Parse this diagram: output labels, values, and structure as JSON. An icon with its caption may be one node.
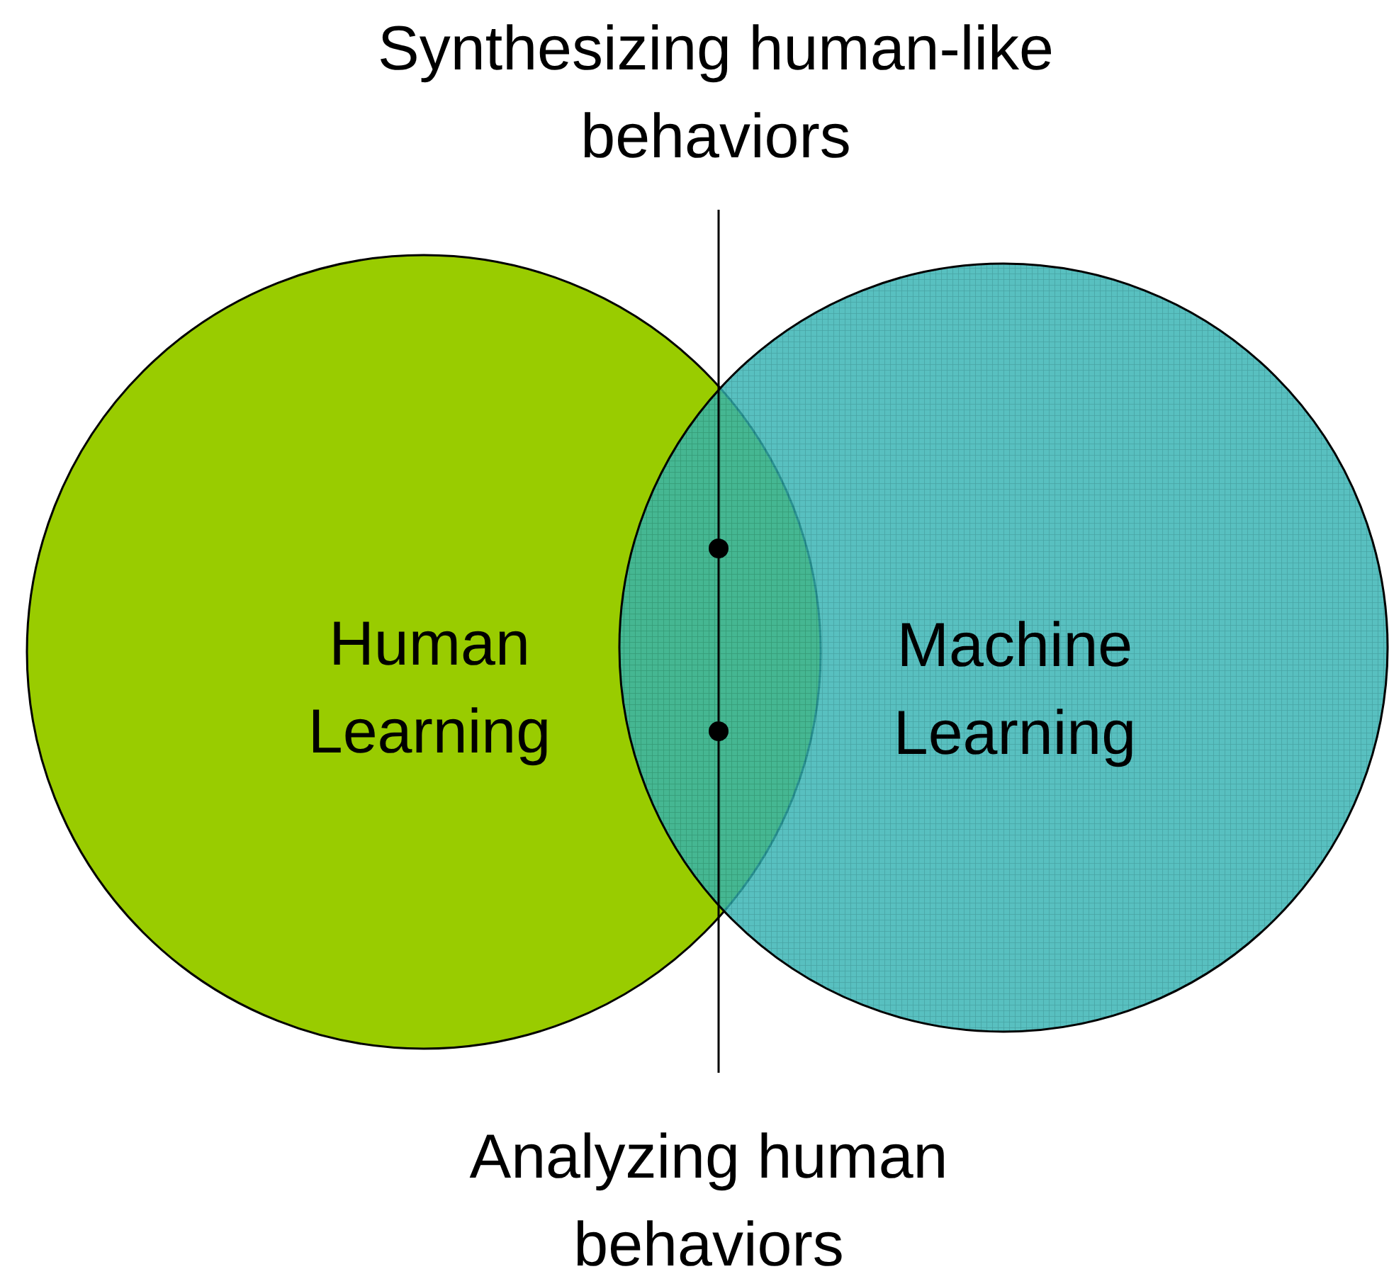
{
  "diagram": {
    "nodes": [
      {
        "text": [
          "Human Learning"
        ]
      },
      {
        "text": [
          "Machine Learning"
        ]
      },
      {
        "text": [
          "Synthesizing human-like behaviors"
        ]
      },
      {
        "text": [
          "Analyzing human behaviors"
        ]
      },
      {
        "text": [],
        "shape": "circle"
      },
      {
        "text": [],
        "shape": "circle"
      }
    ],
    "edges": [
      {
        "from": 2,
        "to": 4,
        "arrow": "none"
      },
      {
        "from": 4,
        "to": 5,
        "arrow": "none"
      },
      {
        "from": 5,
        "to": 3,
        "arrow": "none"
      }
    ]
  }
}
